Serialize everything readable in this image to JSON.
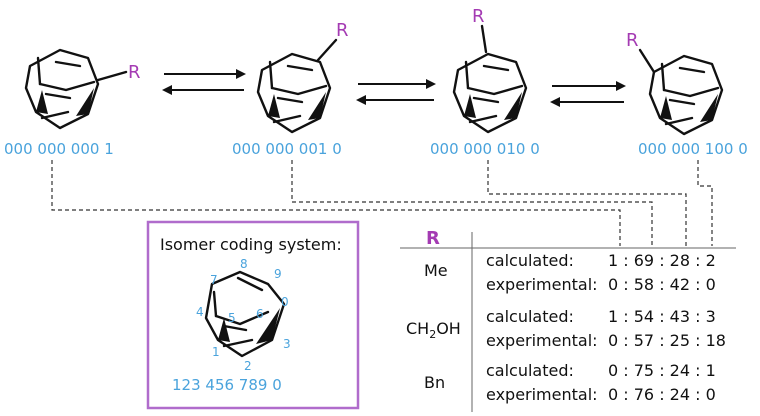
{
  "molecules": [
    {
      "r_label": "R",
      "code": "000 000 000 1"
    },
    {
      "r_label": "R",
      "code": "000 000 001 0"
    },
    {
      "r_label": "R",
      "code": "000 000 010 0"
    },
    {
      "r_label": "R",
      "code": "000 000 100 0"
    }
  ],
  "legend_box": {
    "title": "Isomer coding system:",
    "atom_numbers": [
      "0",
      "1",
      "2",
      "3",
      "4",
      "5",
      "6",
      "7",
      "8",
      "9"
    ],
    "code": "123 456 789 0"
  },
  "table": {
    "header_r": "R",
    "rows": [
      {
        "r": "Me",
        "r_sub": "",
        "r_tail": "",
        "calc_label": "calculated:",
        "calc": "1 : 69 : 28 : 2",
        "exp_label": "experimental:",
        "exp": "0 : 58 : 42 : 0"
      },
      {
        "r": "CH",
        "r_sub": "2",
        "r_tail": "OH",
        "calc_label": "calculated:",
        "calc": "1 : 54 : 43 : 3",
        "exp_label": "experimental:",
        "exp": "0 : 57 : 25 : 18"
      },
      {
        "r": "Bn",
        "r_sub": "",
        "r_tail": "",
        "calc_label": "calculated:",
        "calc": "0 : 75 : 24 : 1",
        "exp_label": "experimental:",
        "exp": "0 : 76 : 24 : 0"
      }
    ]
  },
  "colors": {
    "code_blue": "#4aa3dc",
    "r_purple": "#a43bb3",
    "box_border": "#b06ccc"
  }
}
